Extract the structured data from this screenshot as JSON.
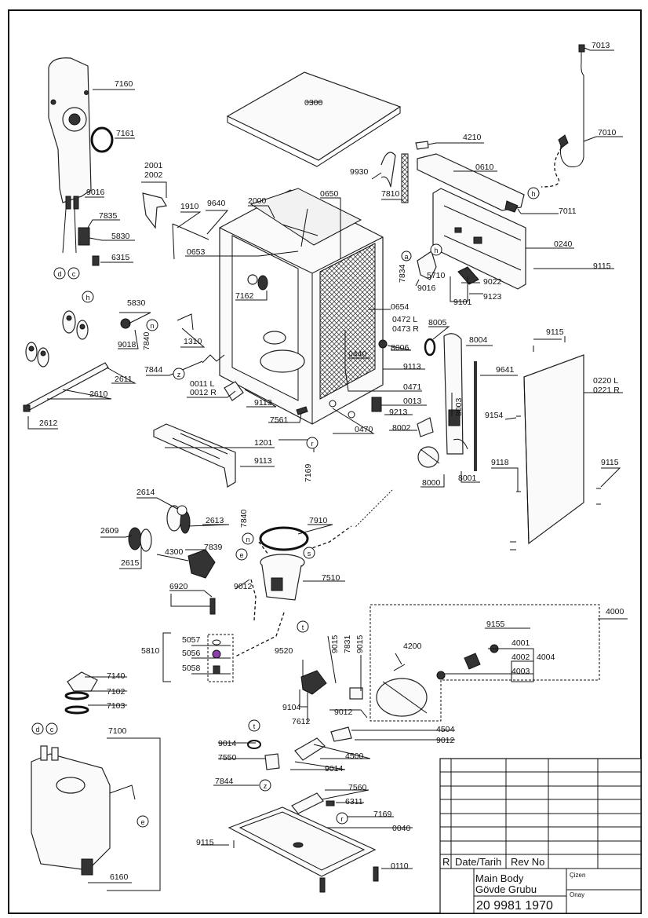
{
  "parts": {
    "p7013": "7013",
    "p7010": "7010",
    "p7160": "7160",
    "p7161": "7161",
    "p0300": "0300",
    "p4210": "4210",
    "p9930": "9930",
    "p0610": "0610",
    "p2001": "2001",
    "p2002": "2002",
    "p9016a": "9016",
    "p7835": "7835",
    "p1910": "1910",
    "p9640": "9640",
    "p2000": "2000",
    "p0650": "0650",
    "p7810": "7810",
    "p7011": "7011",
    "p5830a": "5830",
    "p6315": "6315",
    "p0653": "0653",
    "p0240": "0240",
    "p9115a": "9115",
    "p5710": "5710",
    "p9022": "9022",
    "p7834": "7834",
    "p9016b": "9016",
    "p9123": "9123",
    "p7162": "7162",
    "p9101": "9101",
    "p0654": "0654",
    "p5830b": "5830",
    "p0472": "0472 L",
    "p0473": "0473 R",
    "p8005": "8005",
    "p9018": "9018",
    "p7840a": "7840",
    "p1310": "1310",
    "p8004": "8004",
    "p9115b": "9115",
    "p8006": "8006",
    "p0440": "0440",
    "p9641": "9641",
    "p9113a": "9113",
    "p7844a": "7844",
    "p2611": "2611",
    "p0220": "0220 L",
    "p0221": "0221 R",
    "p0011": "0011 L",
    "p0012": "0012 R",
    "p0471": "0471",
    "p2610": "2610",
    "p9113b": "9113",
    "p0013": "0013",
    "p8003": "8003",
    "p9213": "9213",
    "p9154": "9154",
    "p2612": "2612",
    "p7561": "7561",
    "p0470": "0470",
    "p8002": "8002",
    "p1201": "1201",
    "p7169a": "7169",
    "p9113c": "9113",
    "p9118": "9118",
    "p9115c": "9115",
    "p8000": "8000",
    "p8001": "8001",
    "p2614": "2614",
    "p2613": "2613",
    "p7840b": "7840",
    "p7910": "7910",
    "p2609": "2609",
    "p7839": "7839",
    "p4300": "4300",
    "p2615": "2615",
    "p7510": "7510",
    "p6920": "6920",
    "p9012a": "9012",
    "p4000": "4000",
    "p9155": "9155",
    "p5057": "5057",
    "p4001": "4001",
    "p5810": "5810",
    "p5056": "5056",
    "p4002": "4002",
    "p4004": "4004",
    "p9015a": "9015",
    "p7831": "7831",
    "p9015b": "9015",
    "p9520": "9520",
    "p4200": "4200",
    "p5058": "5058",
    "p4003": "4003",
    "p7140": "7140",
    "p7102": "7102",
    "p7103": "7103",
    "p9104": "9104",
    "p9012b": "9012",
    "p7612": "7612",
    "p4504": "4504",
    "p7100": "7100",
    "p9012c": "9012",
    "p9014a": "9014",
    "p7550": "7550",
    "p4500": "4500",
    "p9014b": "9014",
    "p7844b": "7844",
    "p7560": "7560",
    "p6311": "6311",
    "p7169b": "7169",
    "p0040": "0040",
    "p9115d": "9115",
    "p0110": "0110",
    "p6160": "6160"
  },
  "callouts": {
    "d1": "d",
    "c1": "c",
    "h1": "h",
    "h2": "h",
    "a1": "a",
    "h3": "h",
    "n1": "n",
    "z1": "z",
    "r1": "r",
    "n2": "n",
    "e1": "e",
    "s1": "s",
    "t1": "t",
    "d2": "d",
    "c2": "c",
    "e2": "e",
    "t2": "t",
    "z2": "z",
    "r2": "r"
  },
  "title_block": {
    "rev_letter": "R",
    "date_label": "Date/Tarih",
    "rev_label": "Rev No",
    "title_en": "Main Body",
    "title_tr": "Gövde Grubu",
    "drawing_no": "20 9981 1970",
    "drawn_label": "Çizen",
    "approved_label": "Onay"
  },
  "colors": {
    "line": "#111111",
    "accent_part": "#8b3fa8",
    "mesh": "#444444"
  }
}
